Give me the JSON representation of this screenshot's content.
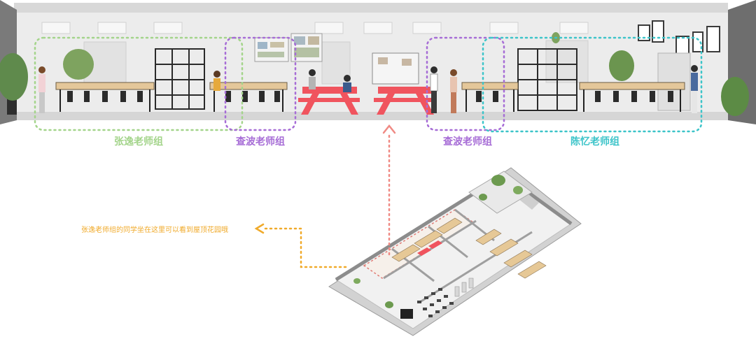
{
  "colors": {
    "zhang_group": "#a3d48a",
    "zha_group": "#a66cd6",
    "chen_group": "#3cc4c9",
    "arrow_red": "#f08a84",
    "annotation_orange": "#f0aa2a",
    "furniture_red": "#f0545e"
  },
  "labels": {
    "zhang_yi_group": "张逸老师组",
    "zha_bo_group_left": "查波老师组",
    "zha_bo_group_right": "查波老师组",
    "chen_yi_group": "陈忆老师组"
  },
  "annotation": {
    "text": "张逸老师组的同学坐在这里可以看到屋顶花园哦"
  }
}
